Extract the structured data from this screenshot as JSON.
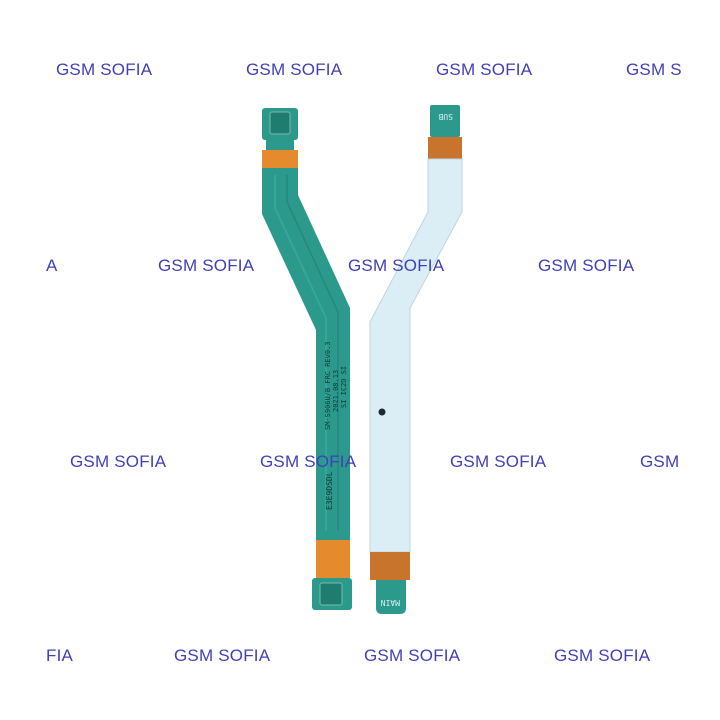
{
  "watermark": {
    "color": "#3f3fb8",
    "rows": [
      [
        "GSM SOFIA",
        "GSM SOFIA",
        "GSM SOFIA",
        "GSM S"
      ],
      [
        "A",
        "GSM SOFIA",
        "GSM SOFIA",
        "GSM SOFIA"
      ],
      [
        "GSM SOFIA",
        "GSM SOFIA",
        "GSM SOFIA",
        "GSM"
      ],
      [
        "FIA",
        "GSM SOFIA",
        "GSM SOFIA",
        "GSM SOFIA"
      ]
    ]
  },
  "left_cable": {
    "color": "#2b9a8c",
    "connector_color": "#e68a2e",
    "model_text": "SM-S906U/B FRC REV0.3",
    "date_text": "2021.08.13",
    "code_text": "SI IC2D SI",
    "part_code": "E3E9DSDL"
  },
  "right_cable": {
    "color": "#dbeef6",
    "tab_color": "#2b9a8c",
    "top_label": "SUB",
    "bottom_label": "MAIN"
  }
}
